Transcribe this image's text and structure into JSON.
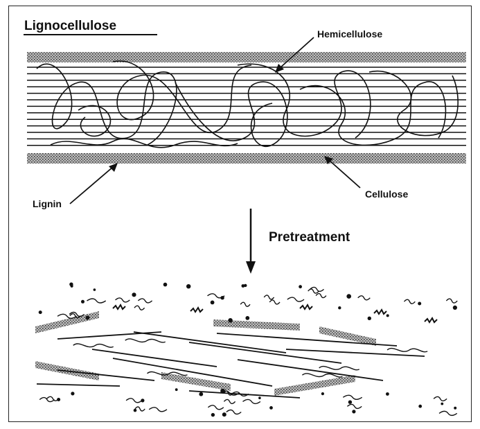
{
  "diagram": {
    "title": "Lignocellulose",
    "labels": {
      "hemicellulose": "Hemicellulose",
      "lignin": "Lignin",
      "cellulose": "Cellulose",
      "pretreatment": "Pretreatment"
    },
    "components": [
      "cellulose-fibers",
      "hemicellulose-strands",
      "lignin-sheath"
    ],
    "states": [
      "intact-lignocellulose",
      "after-pretreatment"
    ]
  }
}
